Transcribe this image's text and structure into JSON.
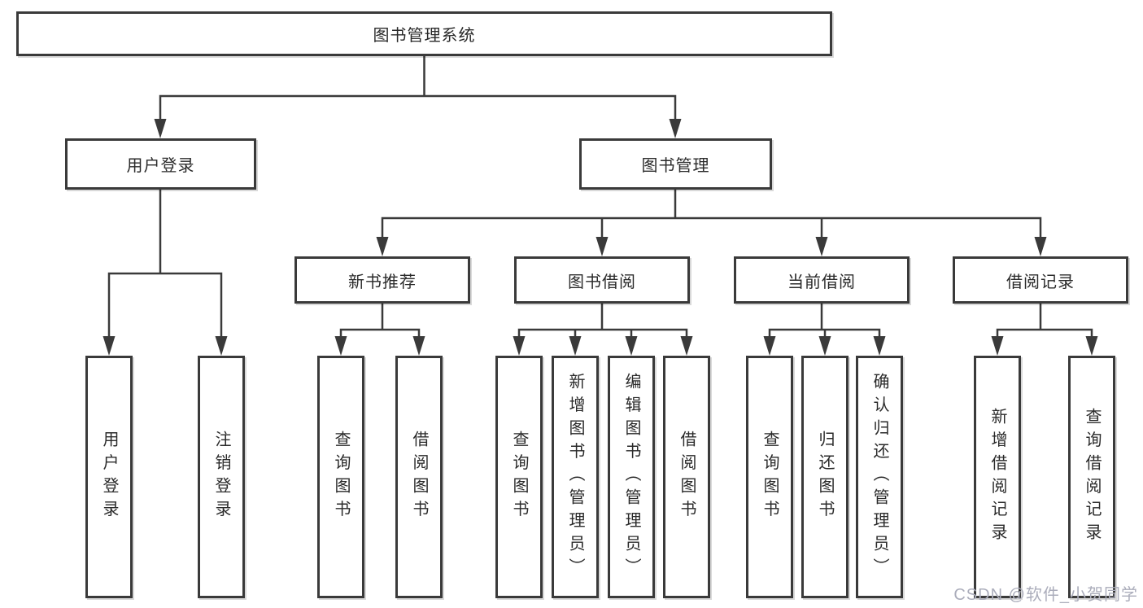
{
  "diagram": {
    "title": "图书管理系统",
    "root": {
      "label": "图书管理系统"
    },
    "branches": [
      {
        "label": "用户登录",
        "children": [
          {
            "label": "用户登录"
          },
          {
            "label": "注销登录"
          }
        ]
      },
      {
        "label": "图书管理",
        "children": [
          {
            "label": "新书推荐",
            "children": [
              {
                "label": "查询图书"
              },
              {
                "label": "借阅图书"
              }
            ]
          },
          {
            "label": "图书借阅",
            "children": [
              {
                "label": "查询图书"
              },
              {
                "label": "新增图书（管理员）"
              },
              {
                "label": "编辑图书（管理员）"
              },
              {
                "label": "借阅图书"
              }
            ]
          },
          {
            "label": "当前借阅",
            "children": [
              {
                "label": "查询图书"
              },
              {
                "label": "归还图书"
              },
              {
                "label": "确认归还（管理员）"
              }
            ]
          },
          {
            "label": "借阅记录",
            "children": [
              {
                "label": "新增借阅记录"
              },
              {
                "label": "查询借阅记录"
              }
            ]
          }
        ]
      }
    ]
  },
  "watermark": {
    "text": "CSDN @软件_小贺同学"
  },
  "colors": {
    "line": "#3a3a3a",
    "box_border": "#3a3a3a",
    "box_background": "#ffffff",
    "text": "#2a2a2a",
    "watermark": "#abadbb"
  }
}
